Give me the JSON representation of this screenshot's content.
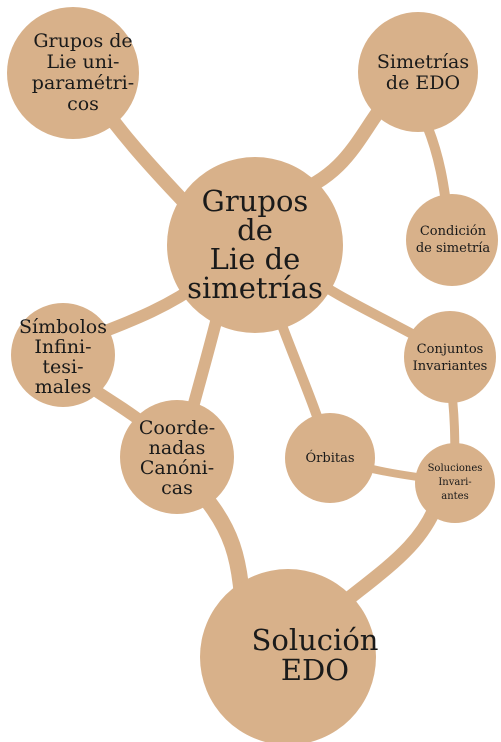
{
  "colors": {
    "node_fill": "#d8b18a",
    "text": "#1a1a1a",
    "background": "#ffffff"
  },
  "diagram": {
    "nodes": {
      "center": "Grupos\nde\nLie de\nsimetrías",
      "grupos_lie": "Grupos de\nLie uni-\nparamétri-\ncos",
      "simetrias_edo": "Simetrías\nde EDO",
      "condicion": "Condición\nde simetría",
      "simbolos": "Símbolos\nInfini-\ntesi-\nmales",
      "coordenadas": "Coorde-\nnadas\nCanóni-\ncas",
      "orbitas": "Órbitas",
      "conjuntos": "Conjuntos\nInvariantes",
      "soluciones_inv": "Soluciones\nInvari-\nantes",
      "solucion_edo": "Solución\nEDO"
    }
  }
}
